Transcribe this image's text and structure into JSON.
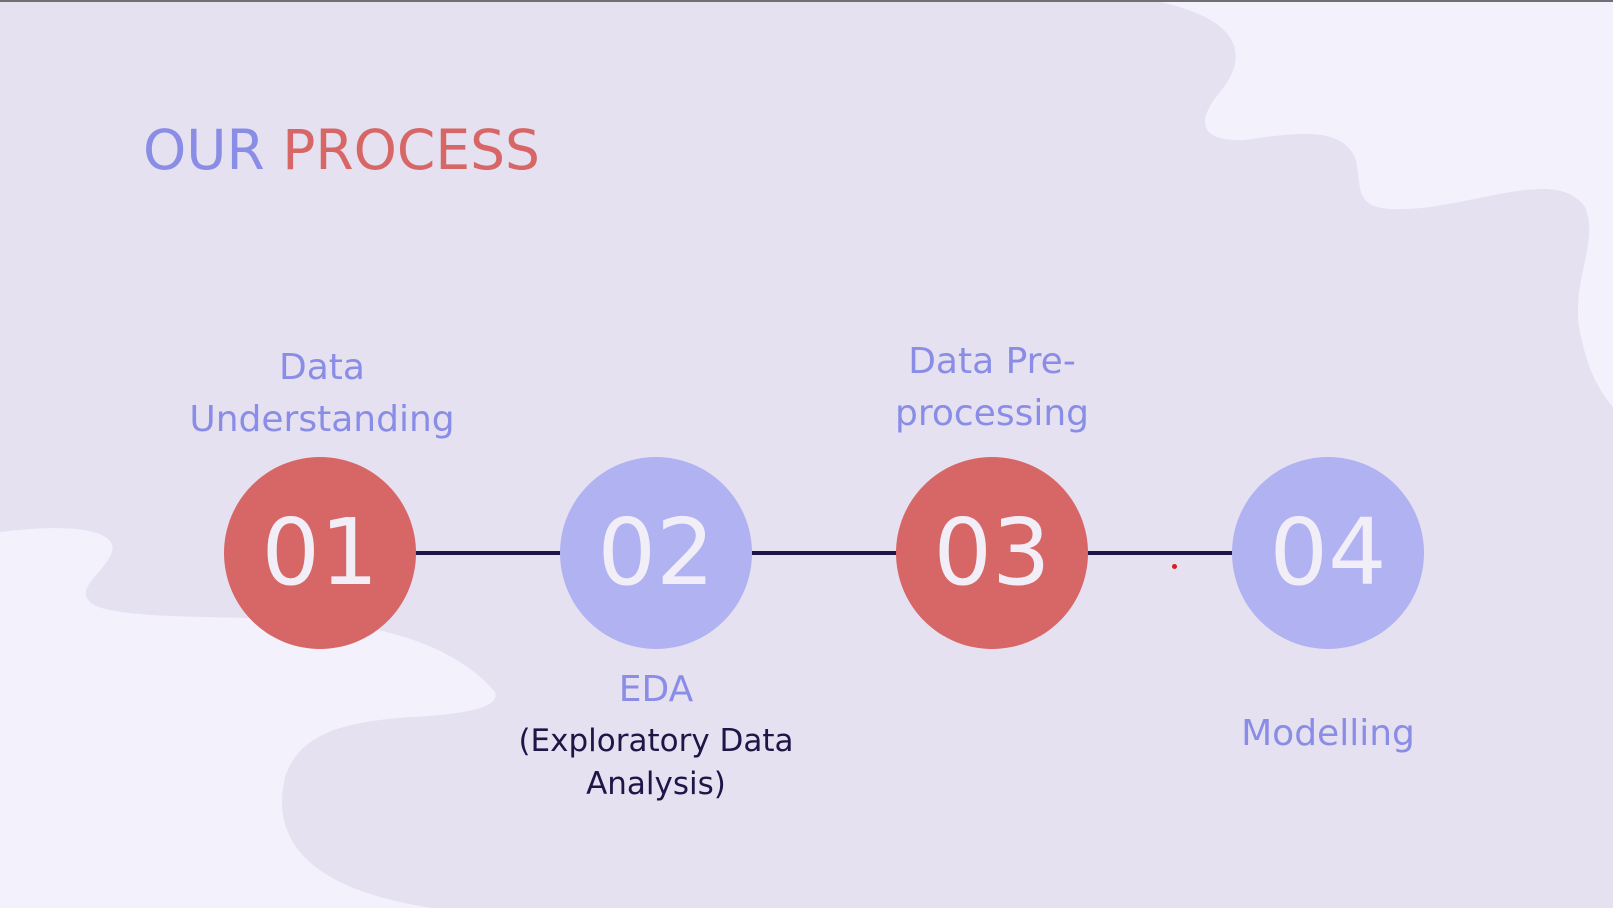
{
  "title": {
    "word1": "OUR",
    "word2": "PROCESS"
  },
  "colors": {
    "accent_red": "#d76666",
    "accent_blue": "#b1b2f1",
    "text_blue": "#8a8de6",
    "line": "#1f1648",
    "bg_light": "#f3f1fc",
    "bg_shape": "#e6e1f0"
  },
  "steps": [
    {
      "number": "01",
      "label_line1": "Data",
      "label_line2": "Understanding",
      "color": "#d76666"
    },
    {
      "number": "02",
      "label_line1": "EDA",
      "sub_line1": "(Exploratory Data",
      "sub_line2": "Analysis)",
      "color": "#b1b2f1"
    },
    {
      "number": "03",
      "label_line1": "Data Pre-",
      "label_line2": "processing",
      "color": "#d76666"
    },
    {
      "number": "04",
      "label_line1": "Modelling",
      "color": "#b1b2f1"
    }
  ]
}
